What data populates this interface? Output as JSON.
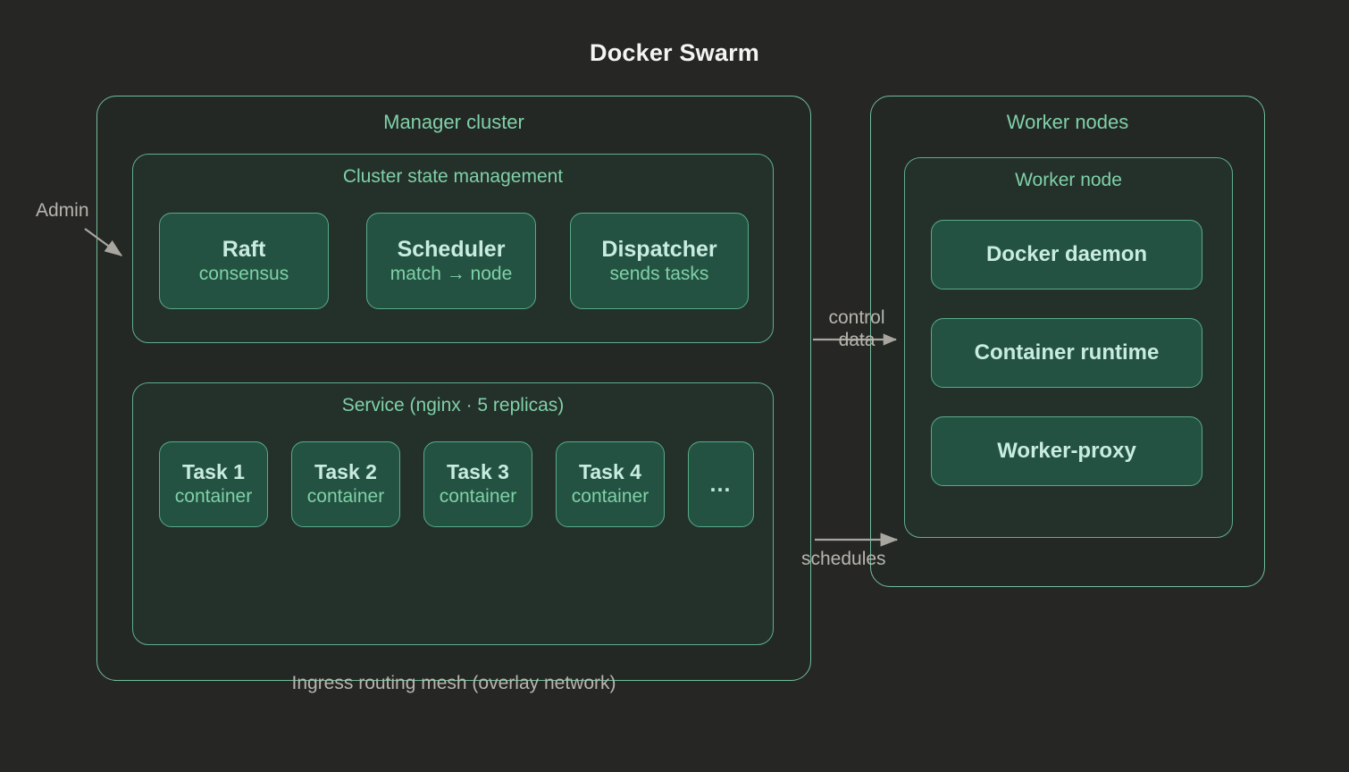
{
  "title": "Docker Swarm",
  "colors": {
    "background": "#262625",
    "panel_fill": "#232825",
    "panel_fill_inner": "#24302a",
    "node_fill": "#245242",
    "border_green": "#6fbd9a",
    "label_green": "#7fd1a8",
    "node_title": "#c8ece0",
    "annotation_gray": "#b8b5ae",
    "title_white": "#f4f4f2"
  },
  "manager_cluster": {
    "label": "Manager cluster",
    "state_management": {
      "label": "Cluster state management",
      "nodes": [
        {
          "title": "Raft",
          "subtitle": "consensus"
        },
        {
          "title": "Scheduler",
          "subtitle": "match → node"
        },
        {
          "title": "Dispatcher",
          "subtitle": "sends tasks"
        }
      ]
    },
    "service": {
      "label": "Service (nginx · 5 replicas)",
      "tasks": [
        {
          "title": "Task 1",
          "subtitle": "container"
        },
        {
          "title": "Task 2",
          "subtitle": "container"
        },
        {
          "title": "Task 3",
          "subtitle": "container"
        },
        {
          "title": "Task 4",
          "subtitle": "container"
        },
        {
          "title": "…",
          "subtitle": ""
        }
      ]
    }
  },
  "worker_nodes": {
    "label": "Worker nodes",
    "node": {
      "label": "Worker node",
      "components": [
        {
          "title": "Docker daemon"
        },
        {
          "title": "Container runtime"
        },
        {
          "title": "Worker-proxy"
        }
      ]
    }
  },
  "annotations": {
    "admin": "Admin",
    "control_line1": "control",
    "control_line2": "data",
    "schedules": "schedules",
    "ingress": "Ingress routing mesh (overlay network)"
  }
}
